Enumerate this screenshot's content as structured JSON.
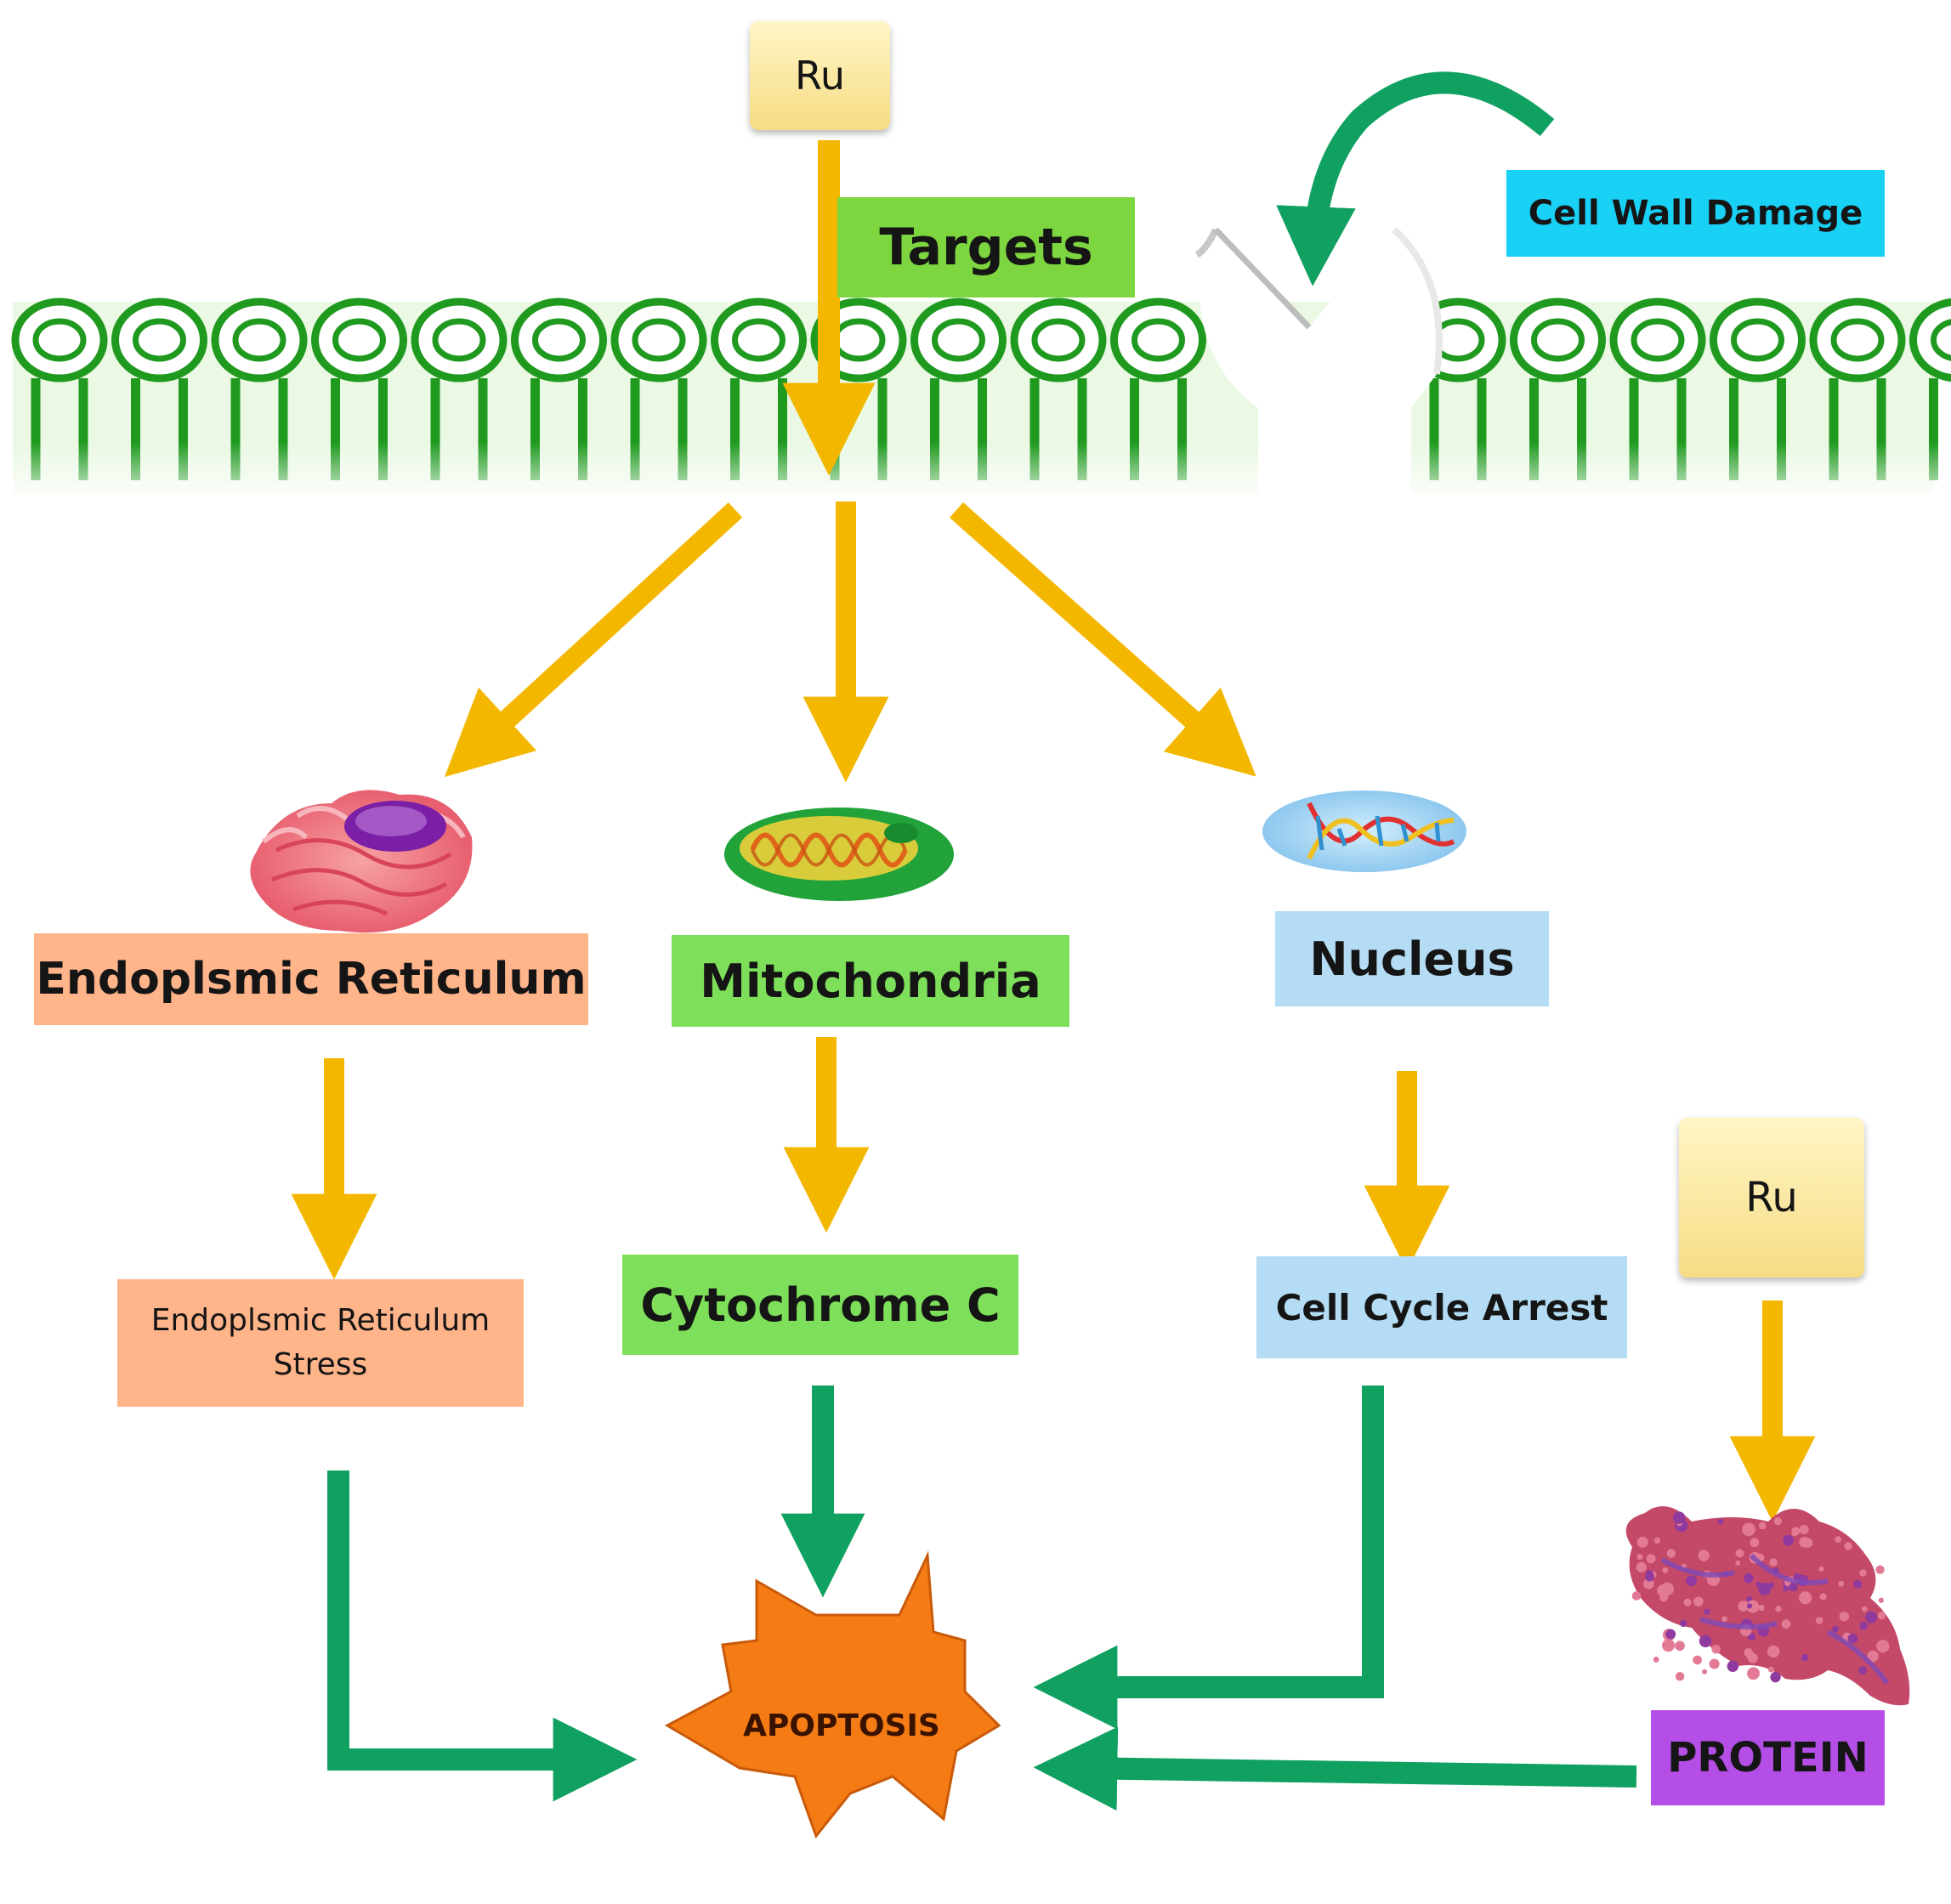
{
  "nodes": {
    "ru_top": "Ru",
    "targets": "Targets",
    "cell_wall_damage": "Cell Wall Damage",
    "endoplasmic_reticulum": "Endoplsmic Reticulum",
    "mitochondria": "Mitochondria",
    "nucleus": "Nucleus",
    "er_stress_line1": "Endoplsmic Reticulum",
    "er_stress_line2": "Stress",
    "cytochrome_c": "Cytochrome C",
    "cell_cycle_arrest": "Cell Cycle Arrest",
    "ru_right": "Ru",
    "protein": "PROTEIN",
    "apoptosis": "APOPTOSIS"
  },
  "colors": {
    "membrane_green": "#1f9a1f",
    "yellow_arrow": "#f4b700",
    "teal_arrow": "#10a060",
    "cell_wall_box": "#19d0f5",
    "targets_box": "#7dd63f",
    "er_box": "#ffb48a",
    "mito_box": "#7ee05a",
    "nucleus_box": "#b4dcf4",
    "protein_box": "#b44ee6",
    "apoptosis_star": "#f57c15",
    "ru_box": "#f8e2a0"
  }
}
